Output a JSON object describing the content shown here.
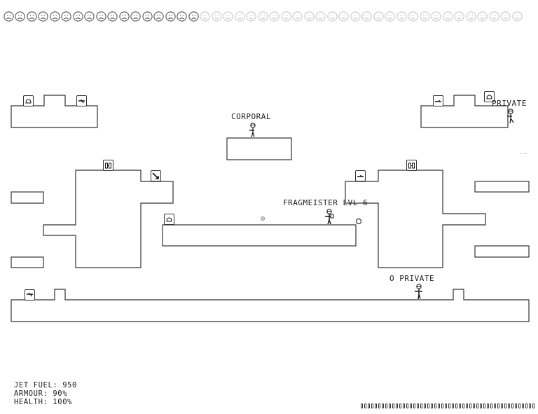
{
  "hud": {
    "jet_fuel_label": "JET FUEL: 950",
    "armour_label": "ARMOUR: 90%",
    "health_label": "HEALTH: 100%",
    "jet_fuel": 950,
    "armour_percent": 90,
    "health_percent": 100
  },
  "frag_faces": {
    "total": 45,
    "sad_count": 17,
    "sad_icon": "sad-face-icon",
    "happy_icon": "happy-face-icon"
  },
  "ammo": {
    "count": 50,
    "icon": "ammo-round-icon"
  },
  "players": [
    {
      "name": "CORPORAL",
      "icon": "soldier-icon"
    },
    {
      "name": "PRIVATE",
      "icon": "soldier-icon"
    },
    {
      "name": "FRAGMEISTER LVL 6",
      "icon": "soldier-icon",
      "is_self": true
    },
    {
      "name": "PRIVATE",
      "icon": "soldier-icon",
      "prefix": "O"
    }
  ],
  "pickups": [
    {
      "type": "armour",
      "icon": "helmet-icon"
    },
    {
      "type": "weapon",
      "icon": "gun-icon"
    },
    {
      "type": "weapon",
      "icon": "gun-icon"
    },
    {
      "type": "armour",
      "icon": "helmet-icon"
    },
    {
      "type": "jetpack",
      "icon": "jetpack-icon"
    },
    {
      "type": "rocket",
      "icon": "rocket-icon"
    },
    {
      "type": "armour",
      "icon": "helmet-icon"
    },
    {
      "type": "weapon",
      "icon": "gun-icon"
    },
    {
      "type": "jetpack",
      "icon": "jetpack-icon"
    },
    {
      "type": "weapon",
      "icon": "gun-icon"
    }
  ],
  "colors": {
    "background": "#ffffff",
    "wall": "#333333",
    "sad_face": "#555555",
    "happy_face": "#c8c8c8"
  }
}
